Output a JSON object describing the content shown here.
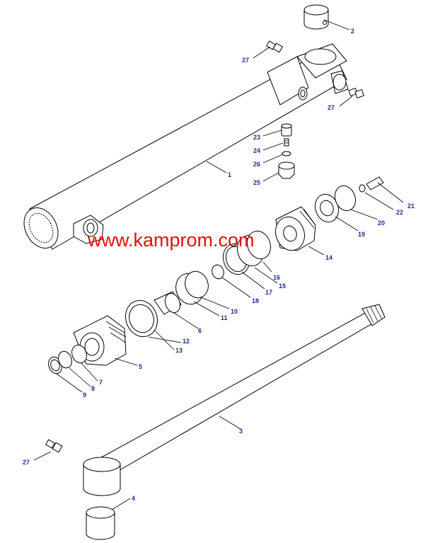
{
  "watermark": "www.kamprom.com",
  "colors": {
    "callout": "#1f2d8f",
    "watermark": "#e01010",
    "line": "#000000",
    "background": "#ffffff"
  },
  "callouts": [
    "1",
    "2",
    "3",
    "4",
    "5",
    "6",
    "7",
    "8",
    "9",
    "10",
    "11",
    "12",
    "13",
    "14",
    "15",
    "16",
    "17",
    "18",
    "19",
    "20",
    "21",
    "22",
    "23",
    "24",
    "25",
    "26",
    "27",
    "27",
    "27"
  ]
}
